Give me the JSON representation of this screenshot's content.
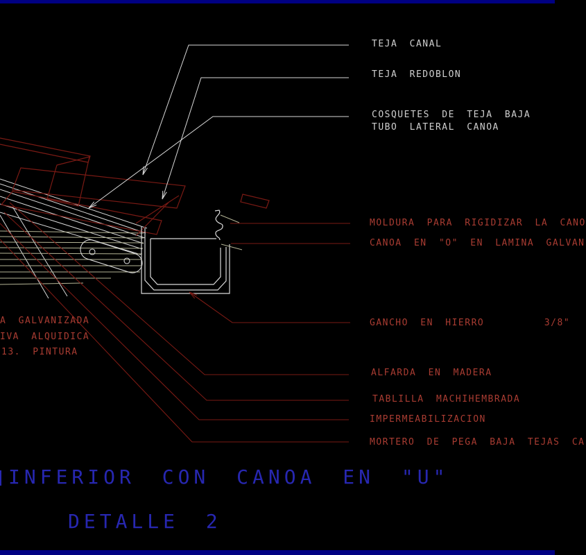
{
  "drawing": {
    "type": "cad-construction-detail",
    "subject": "roof eave with U-shaped gutter detail"
  },
  "title": {
    "line1": "INFERIOR CON CANOA EN \"U\"",
    "line2": "DETALLE 2"
  },
  "callouts": {
    "white": [
      {
        "id": "teja-canal",
        "text": "TEJA CANAL"
      },
      {
        "id": "teja-redoblon",
        "text": "TEJA REDOBLON"
      },
      {
        "id": "cosquetes-line1",
        "text": "COSQUETES DE TEJA BAJA"
      },
      {
        "id": "cosquetes-line2",
        "text": "TUBO LATERAL CANOA"
      }
    ],
    "red_right": [
      {
        "id": "moldura",
        "text": "MOLDURA PARA RIGIDIZAR LA CANO"
      },
      {
        "id": "canoa-o",
        "text": "CANOA EN \"O\" EN LAMINA GALVAN"
      },
      {
        "id": "gancho",
        "text": "GANCHO EN HIERRO     3/8\""
      },
      {
        "id": "alfarda",
        "text": "ALFARDA EN MADERA"
      },
      {
        "id": "tablilla",
        "text": "TABLILLA MACHIHEMBRADA"
      },
      {
        "id": "impermeabilizacion",
        "text": "IMPERMEABILIZACION"
      },
      {
        "id": "mortero",
        "text": "MORTERO DE PEGA BAJA TEJAS CA"
      }
    ],
    "red_left": [
      {
        "id": "lamina-galvanizada",
        "text": "A GALVANIZADA"
      },
      {
        "id": "alquidica",
        "text": "IVA ALQUIDICA"
      },
      {
        "id": "pintura",
        "text": "13. PINTURA"
      }
    ]
  },
  "colors": {
    "background": "#000000",
    "window_band": "#000082",
    "white_text": "#cfcfcf",
    "white_line": "#d9d9d9",
    "beige_line": "#b5b596",
    "red_line": "#7a1a14",
    "red_text": "#a93c32",
    "title_blue": "#2727b0"
  }
}
